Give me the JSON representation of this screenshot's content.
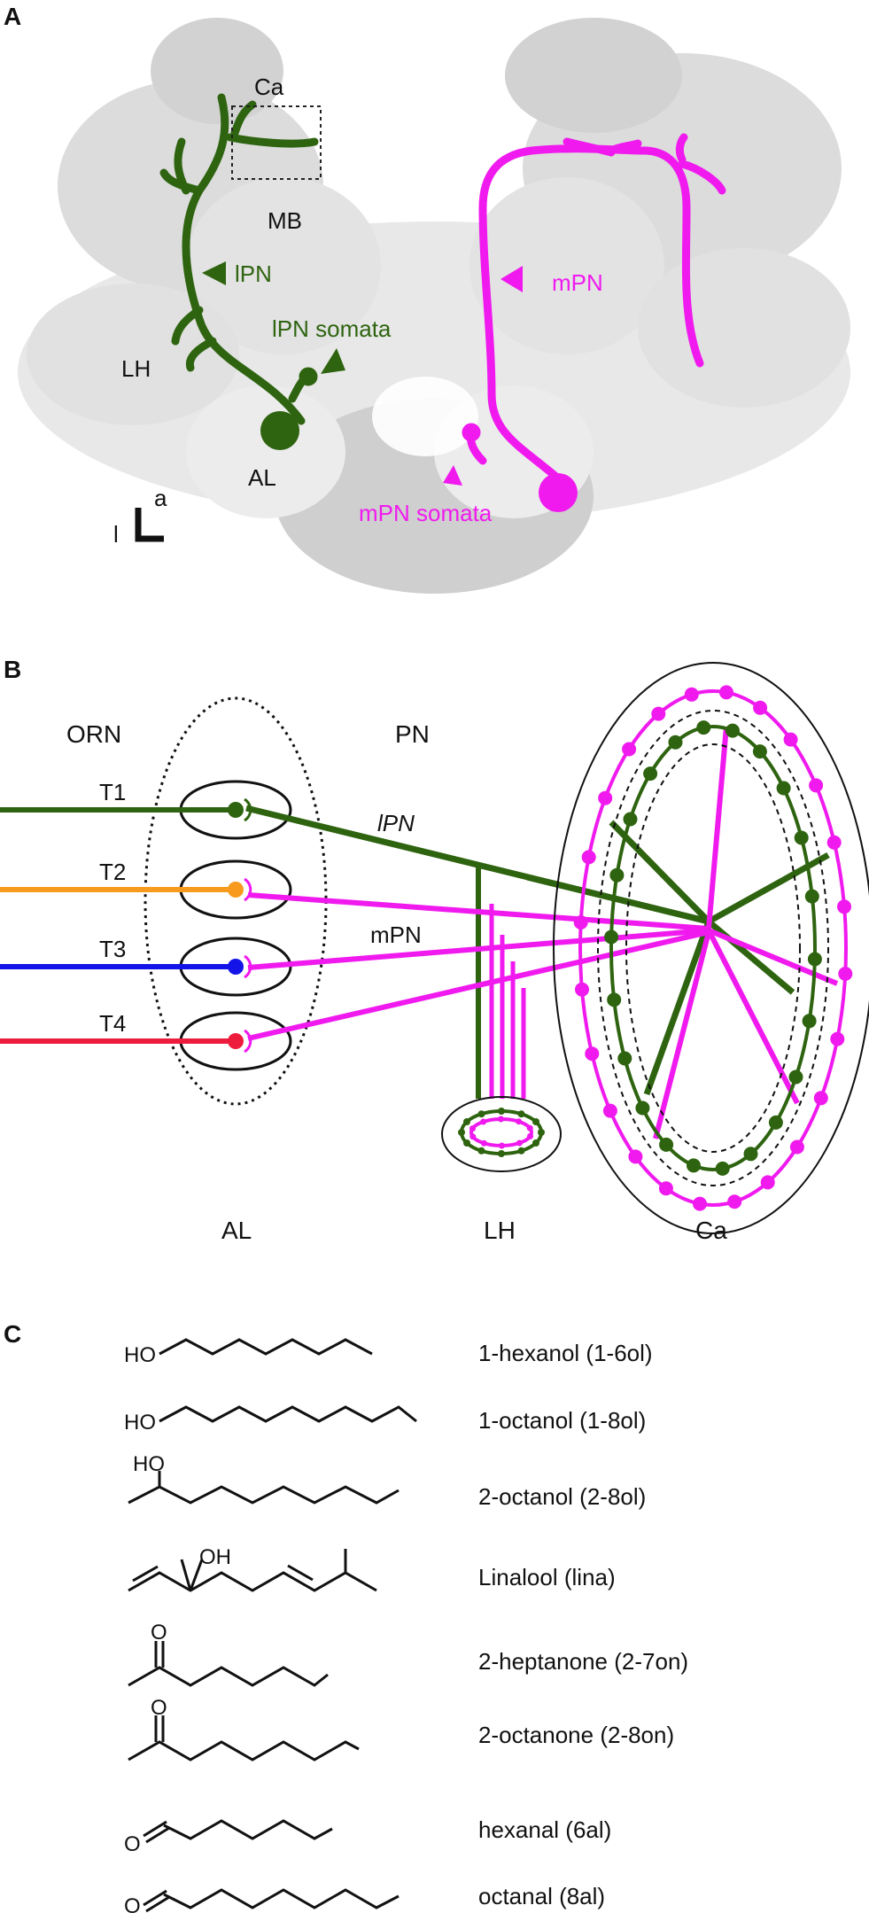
{
  "colors": {
    "lpn": "#2e6410",
    "mpn": "#f01aef",
    "t2": "#f79a1e",
    "t3": "#1414e8",
    "t4": "#ee1c3c",
    "brain": "#d6d6d6"
  },
  "panel_a": {
    "label": "A",
    "ca": "Ca",
    "mb": "MB",
    "lh": "LH",
    "al": "AL",
    "lpn": "lPN",
    "lpn_somata": "lPN somata",
    "mpn": "mPN",
    "mpn_somata": "mPN somata",
    "axis_a": "a",
    "axis_l": "l"
  },
  "panel_b": {
    "label": "B",
    "orn": "ORN",
    "pn": "PN",
    "lpn": "lPN",
    "mpn": "mPN",
    "tracts": [
      "T1",
      "T2",
      "T3",
      "T4"
    ],
    "region_al": "AL",
    "region_lh": "LH",
    "region_ca": "Ca"
  },
  "panel_c": {
    "label": "C",
    "odorants": [
      {
        "name": "1-hexanol (1-6ol)",
        "group": "HO"
      },
      {
        "name": "1-octanol (1-8ol)",
        "group": "HO"
      },
      {
        "name": "2-octanol (2-8ol)",
        "group": "HO"
      },
      {
        "name": "Linalool (lina)",
        "group": "OH"
      },
      {
        "name": "2-heptanone (2-7on)",
        "group": "O"
      },
      {
        "name": "2-octanone (2-8on)",
        "group": "O"
      },
      {
        "name": "hexanal (6al)",
        "group": "O"
      },
      {
        "name": "octanal (8al)",
        "group": "O"
      }
    ]
  }
}
